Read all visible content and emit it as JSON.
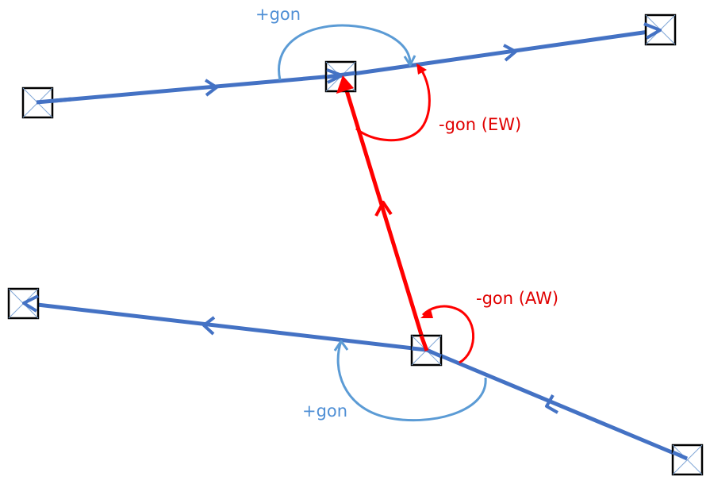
{
  "labels": {
    "top_positive": "+gon",
    "top_negative": "-gon (EW)",
    "bottom_negative": "-gon (AW)",
    "bottom_positive": "+gon"
  },
  "colors": {
    "traverse_line": "#4472c4",
    "angle_positive": "#5b9bd5",
    "angle_negative": "#ff0000",
    "station_border": "#000000",
    "station_cross": "#7fa6d6"
  }
}
